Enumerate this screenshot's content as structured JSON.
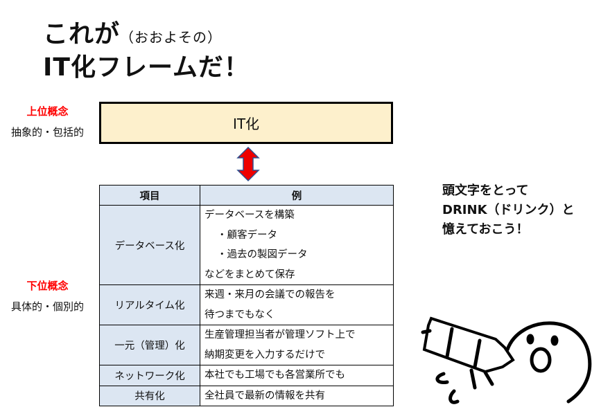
{
  "title": {
    "line1": "これが",
    "paren": "（おおよその）",
    "line2": "IT化フレームだ！"
  },
  "upper": {
    "label": "上位概念",
    "desc": "抽象的・包括的"
  },
  "lower": {
    "label": "下位概念",
    "desc": "具体的・個別的"
  },
  "top_box": "IT化",
  "table": {
    "headers": [
      "項目",
      "例"
    ],
    "rows": [
      {
        "item": "データベース化",
        "lines": [
          "データベースを構築",
          "・顧客データ",
          "・過去の製図データ",
          "などをまとめて保存"
        ]
      },
      {
        "item": "リアルタイム化",
        "lines": [
          "来週・来月の会議での報告を",
          "待つまでもなく"
        ]
      },
      {
        "item": "一元（管理）化",
        "lines": [
          "生産管理担当者が管理ソフト上で",
          "納期変更を入力するだけで"
        ]
      },
      {
        "item": "ネットワーク化",
        "lines": [
          "本社でも工場でも各営業所でも"
        ]
      },
      {
        "item": "共有化",
        "lines": [
          "全社員で最新の情報を共有"
        ]
      }
    ]
  },
  "note": [
    "頭文字をとって",
    "DRINK（ドリンク）と",
    "憶えておこう！"
  ],
  "colors": {
    "box": "#fdf0cc",
    "header": "#dce6f2",
    "accent": "#ff0000"
  }
}
